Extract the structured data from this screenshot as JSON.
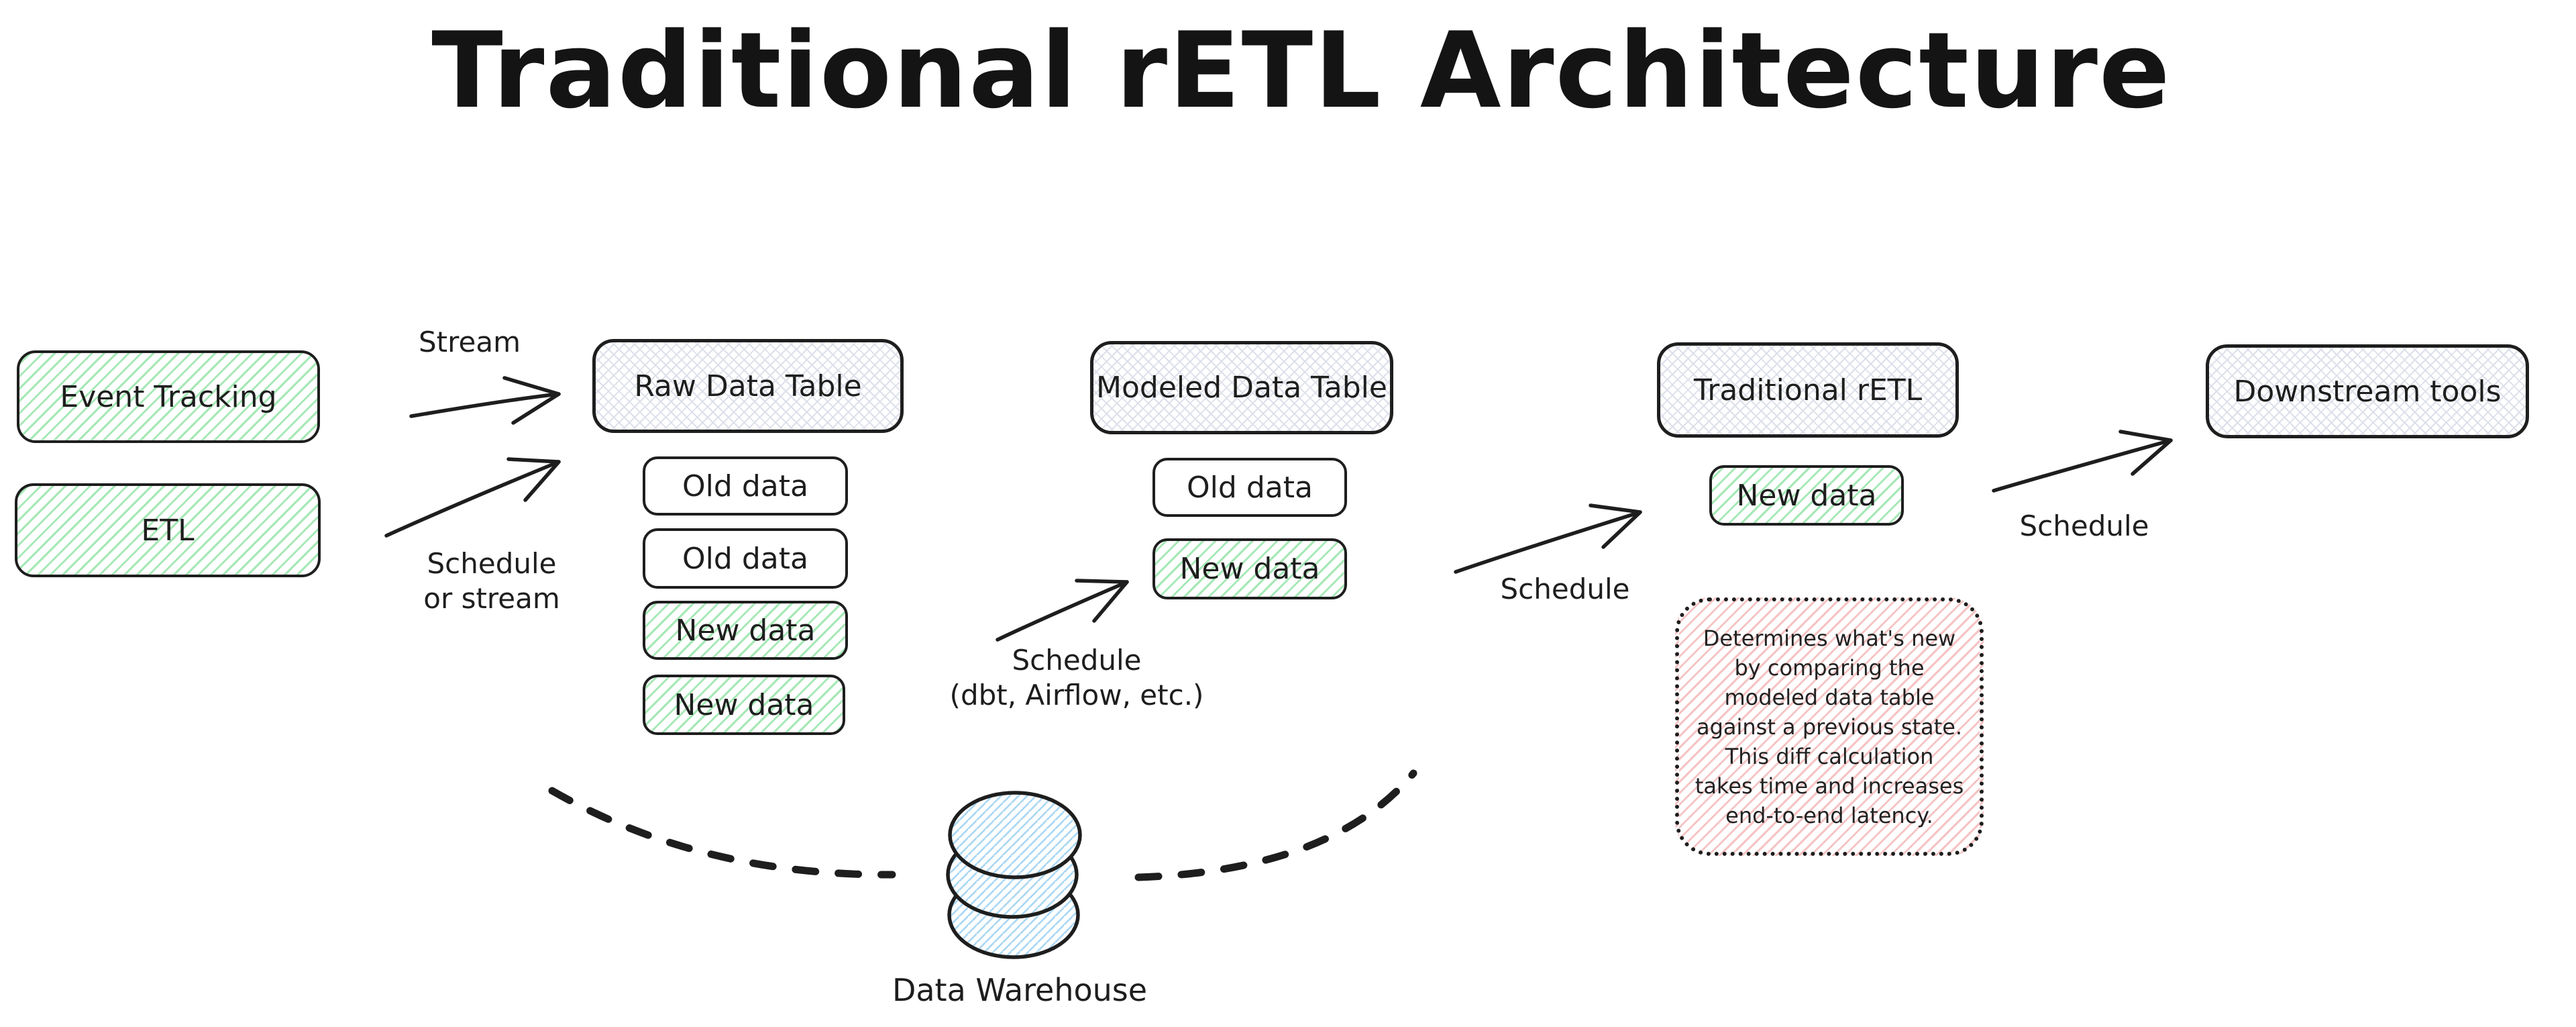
{
  "title": "Traditional rETL Architecture",
  "colors": {
    "ink": "#1e1e1e",
    "green_hatch": "#a5e8b5",
    "gray_hatch": "#dde0ea",
    "pink_hatch": "#f6c3c3",
    "blue_hatch": "#a9d7f5"
  },
  "nodes": {
    "event_tracking": "Event Tracking",
    "etl": "ETL",
    "raw_table": {
      "title": "Raw Data Table",
      "rows": [
        "Old data",
        "Old data",
        "New data",
        "New data"
      ]
    },
    "modeled_table": {
      "title": "Modeled Data Table",
      "rows": [
        "Old data",
        "New data"
      ]
    },
    "traditional_retl": {
      "title": "Traditional rETL",
      "rows": [
        "New data"
      ]
    },
    "downstream_tools": "Downstream tools",
    "data_warehouse": "Data Warehouse"
  },
  "edge_labels": {
    "stream": "Stream",
    "schedule_or_stream_1": "Schedule",
    "schedule_or_stream_2": "or stream",
    "schedule_transform": "Schedule",
    "schedule_transform_sub": "(dbt, Airflow, etc.)",
    "schedule_retl": "Schedule",
    "schedule_downstream": "Schedule"
  },
  "note": "Determines what's new by comparing the modeled data table against a previous state. This diff calculation takes time and increases end-to-end latency."
}
